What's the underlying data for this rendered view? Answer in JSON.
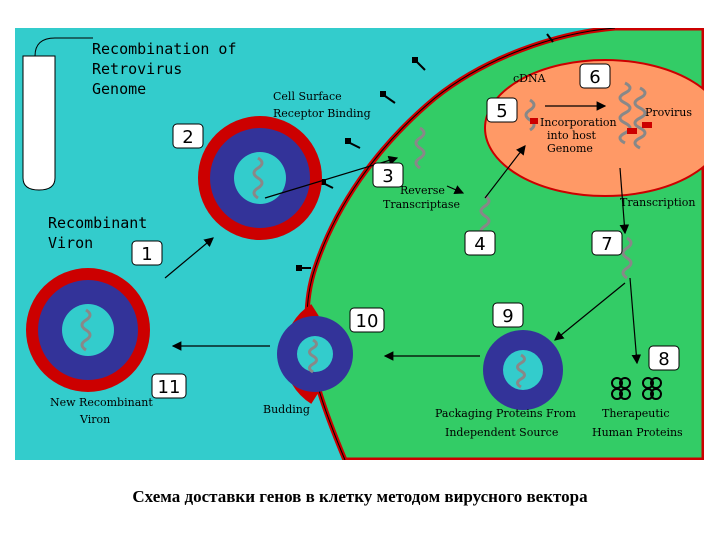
{
  "labels": {
    "recombination": [
      "Recombination of",
      "Retrovirus",
      "Genome"
    ],
    "recombinant_viron": [
      "Recombinant",
      "Viron"
    ],
    "cell_surface": [
      "Cell Surface",
      "Receptor Binding"
    ],
    "cdna": "cDNA",
    "incorporation": [
      "Incorporation",
      "into host",
      "Genome"
    ],
    "provirus": "Provirus",
    "reverse_transcriptase": [
      "Reverse",
      "Transcriptase"
    ],
    "transcription": "Transcription",
    "new_recombinant_viron": [
      "New Recombinant",
      "Viron"
    ],
    "budding": "Budding",
    "packaging": [
      "Packaging Proteins From",
      "Independent Source"
    ],
    "therapeutic": [
      "Therapeutic",
      "Human Proteins"
    ]
  },
  "steps": [
    "1",
    "2",
    "3",
    "4",
    "5",
    "6",
    "7",
    "8",
    "9",
    "10",
    "11"
  ],
  "caption": "Схема доставки генов в клетку методом вирусного вектора",
  "colors": {
    "background": "#33cccc",
    "cell": "#33cc66",
    "membrane": "#cc0000",
    "nucleus": "#ff9966",
    "capsid": "#333399",
    "core": "#33cccc",
    "rna": "#888888"
  }
}
